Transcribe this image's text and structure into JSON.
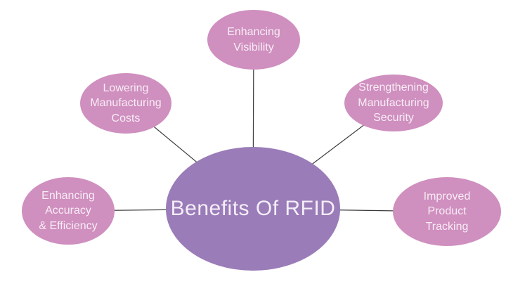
{
  "diagram": {
    "title": "Benefits Of RFID",
    "center": {
      "label": "Benefits Of RFID"
    },
    "nodes": [
      {
        "id": "enhancing-visibility",
        "label": "Enhancing\nVisibility",
        "position": "top"
      },
      {
        "id": "lowering-manufacturing-costs",
        "label": "Lowering\nManufacturing\nCosts",
        "position": "upper-left"
      },
      {
        "id": "strengthening-manufacturing-security",
        "label": "Strengthening\nManufacturing\nSecurity",
        "position": "upper-right"
      },
      {
        "id": "enhancing-accuracy-efficiency",
        "label": "Enhancing\nAccuracy\n& Efficiency",
        "position": "left"
      },
      {
        "id": "improved-product-tracking",
        "label": "Improved\nProduct\nTracking",
        "position": "right"
      }
    ],
    "colors": {
      "center_fill": "#9a7cb8",
      "node_fill": "#cf8fbf",
      "center_text": "#f4eef8",
      "node_text": "#f8edf5",
      "connector": "#3a3a3a",
      "background": "#ffffff"
    }
  }
}
